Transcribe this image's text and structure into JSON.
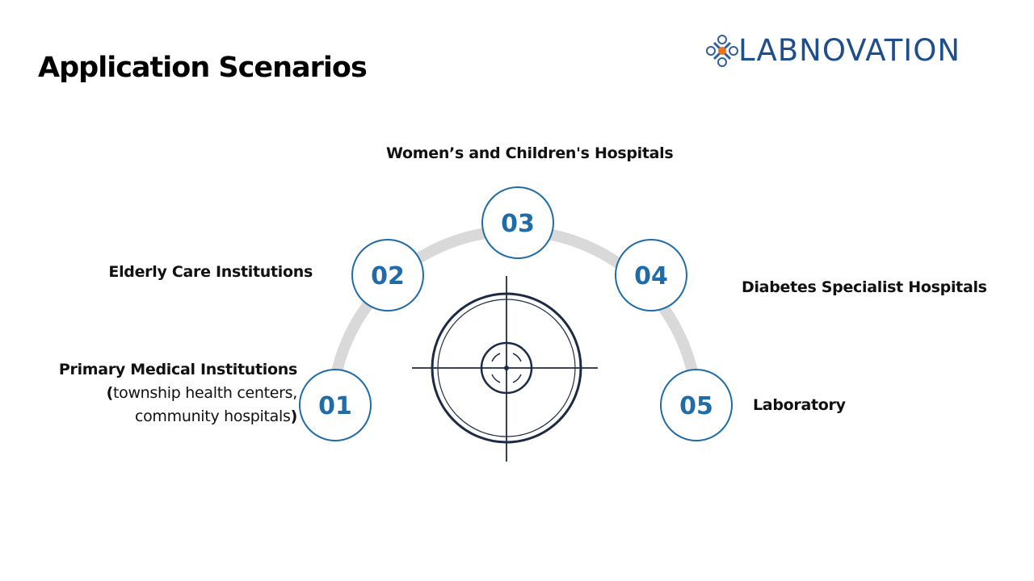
{
  "slide": {
    "title": "Application Scenarios",
    "logo_text": "LABNOVATION"
  },
  "colors": {
    "accent": "#1f6ca8",
    "arc": "#d9d9d9",
    "target": "#1c2b45"
  },
  "nodes": [
    {
      "number": "01",
      "label": "Primary Medical Institutions",
      "sub_open": "(",
      "sub_line1": "township health centers,",
      "sub_line2": "community hospitals",
      "sub_close": ")"
    },
    {
      "number": "02",
      "label": "Elderly Care Institutions"
    },
    {
      "number": "03",
      "label": "Women’s and Children's Hospitals"
    },
    {
      "number": "04",
      "label": "Diabetes Specialist Hospitals"
    },
    {
      "number": "05",
      "label": "Laboratory"
    }
  ]
}
